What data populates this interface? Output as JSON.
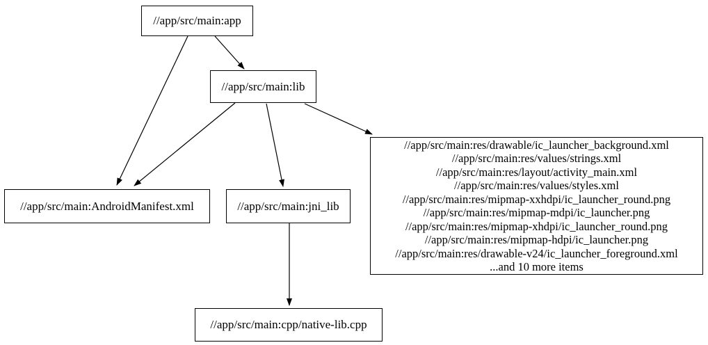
{
  "diagram": {
    "type": "dependency-graph",
    "colors": {
      "background": "#ffffff",
      "node_border": "#000000",
      "edge": "#000000",
      "text": "#000000"
    },
    "nodes": {
      "app": {
        "label": "//app/src/main:app"
      },
      "lib": {
        "label": "//app/src/main:lib"
      },
      "manifest": {
        "label": "//app/src/main:AndroidManifest.xml"
      },
      "jni_lib": {
        "label": "//app/src/main:jni_lib"
      },
      "res_group": {
        "lines": [
          "//app/src/main:res/drawable/ic_launcher_background.xml",
          "//app/src/main:res/values/strings.xml",
          "//app/src/main:res/layout/activity_main.xml",
          "//app/src/main:res/values/styles.xml",
          "//app/src/main:res/mipmap-xxhdpi/ic_launcher_round.png",
          "//app/src/main:res/mipmap-mdpi/ic_launcher.png",
          "//app/src/main:res/mipmap-xhdpi/ic_launcher_round.png",
          "//app/src/main:res/mipmap-hdpi/ic_launcher.png",
          "//app/src/main:res/drawable-v24/ic_launcher_foreground.xml",
          "...and 10 more items"
        ]
      },
      "native_lib": {
        "label": "//app/src/main:cpp/native-lib.cpp"
      }
    },
    "edges": [
      {
        "from": "//app/src/main:app",
        "to": "//app/src/main:AndroidManifest.xml"
      },
      {
        "from": "//app/src/main:app",
        "to": "//app/src/main:lib"
      },
      {
        "from": "//app/src/main:lib",
        "to": "//app/src/main:AndroidManifest.xml"
      },
      {
        "from": "//app/src/main:lib",
        "to": "//app/src/main:jni_lib"
      },
      {
        "from": "//app/src/main:lib",
        "to": "//app/src/main:res_group"
      },
      {
        "from": "//app/src/main:jni_lib",
        "to": "//app/src/main:cpp/native-lib.cpp"
      }
    ]
  }
}
